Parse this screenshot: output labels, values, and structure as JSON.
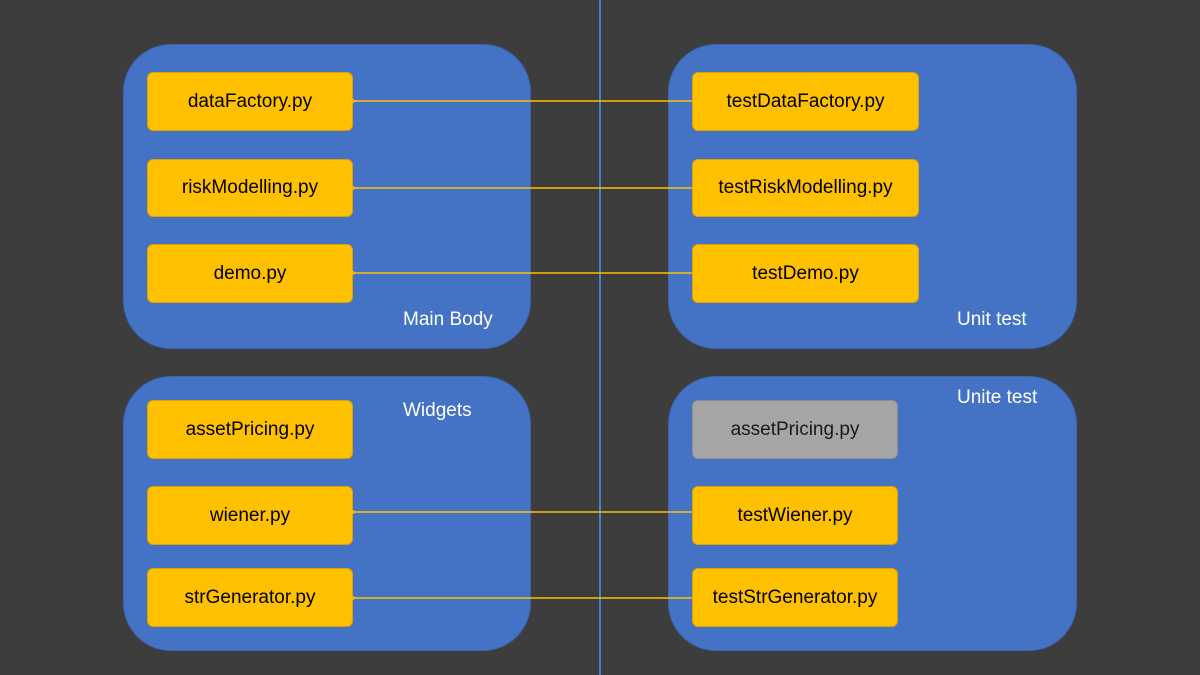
{
  "colors": {
    "background": "#3d3d3d",
    "group_fill": "#4472c4",
    "file_fill": "#ffc000",
    "file_disabled_fill": "#a5a5a5",
    "arrow": "#ffc000",
    "divider": "#4a7fd0"
  },
  "groups": {
    "main_body": {
      "label": "Main Body",
      "files": [
        "dataFactory.py",
        "riskModelling.py",
        "demo.py"
      ]
    },
    "unit_test": {
      "label": "Unit test",
      "files": [
        "testDataFactory.py",
        "testRiskModelling.py",
        "testDemo.py"
      ]
    },
    "widgets": {
      "label": "Widgets",
      "files": [
        "assetPricing.py",
        "wiener.py",
        "strGenerator.py"
      ]
    },
    "unite_test": {
      "label": "Unite test",
      "files": [
        "assetPricing.py",
        "testWiener.py",
        "testStrGenerator.py"
      ]
    }
  },
  "arrows": [
    {
      "from": "testDataFactory.py",
      "to": "dataFactory.py"
    },
    {
      "from": "testRiskModelling.py",
      "to": "riskModelling.py"
    },
    {
      "from": "testDemo.py",
      "to": "demo.py"
    },
    {
      "from": "testWiener.py",
      "to": "wiener.py"
    },
    {
      "from": "testStrGenerator.py",
      "to": "strGenerator.py"
    }
  ]
}
